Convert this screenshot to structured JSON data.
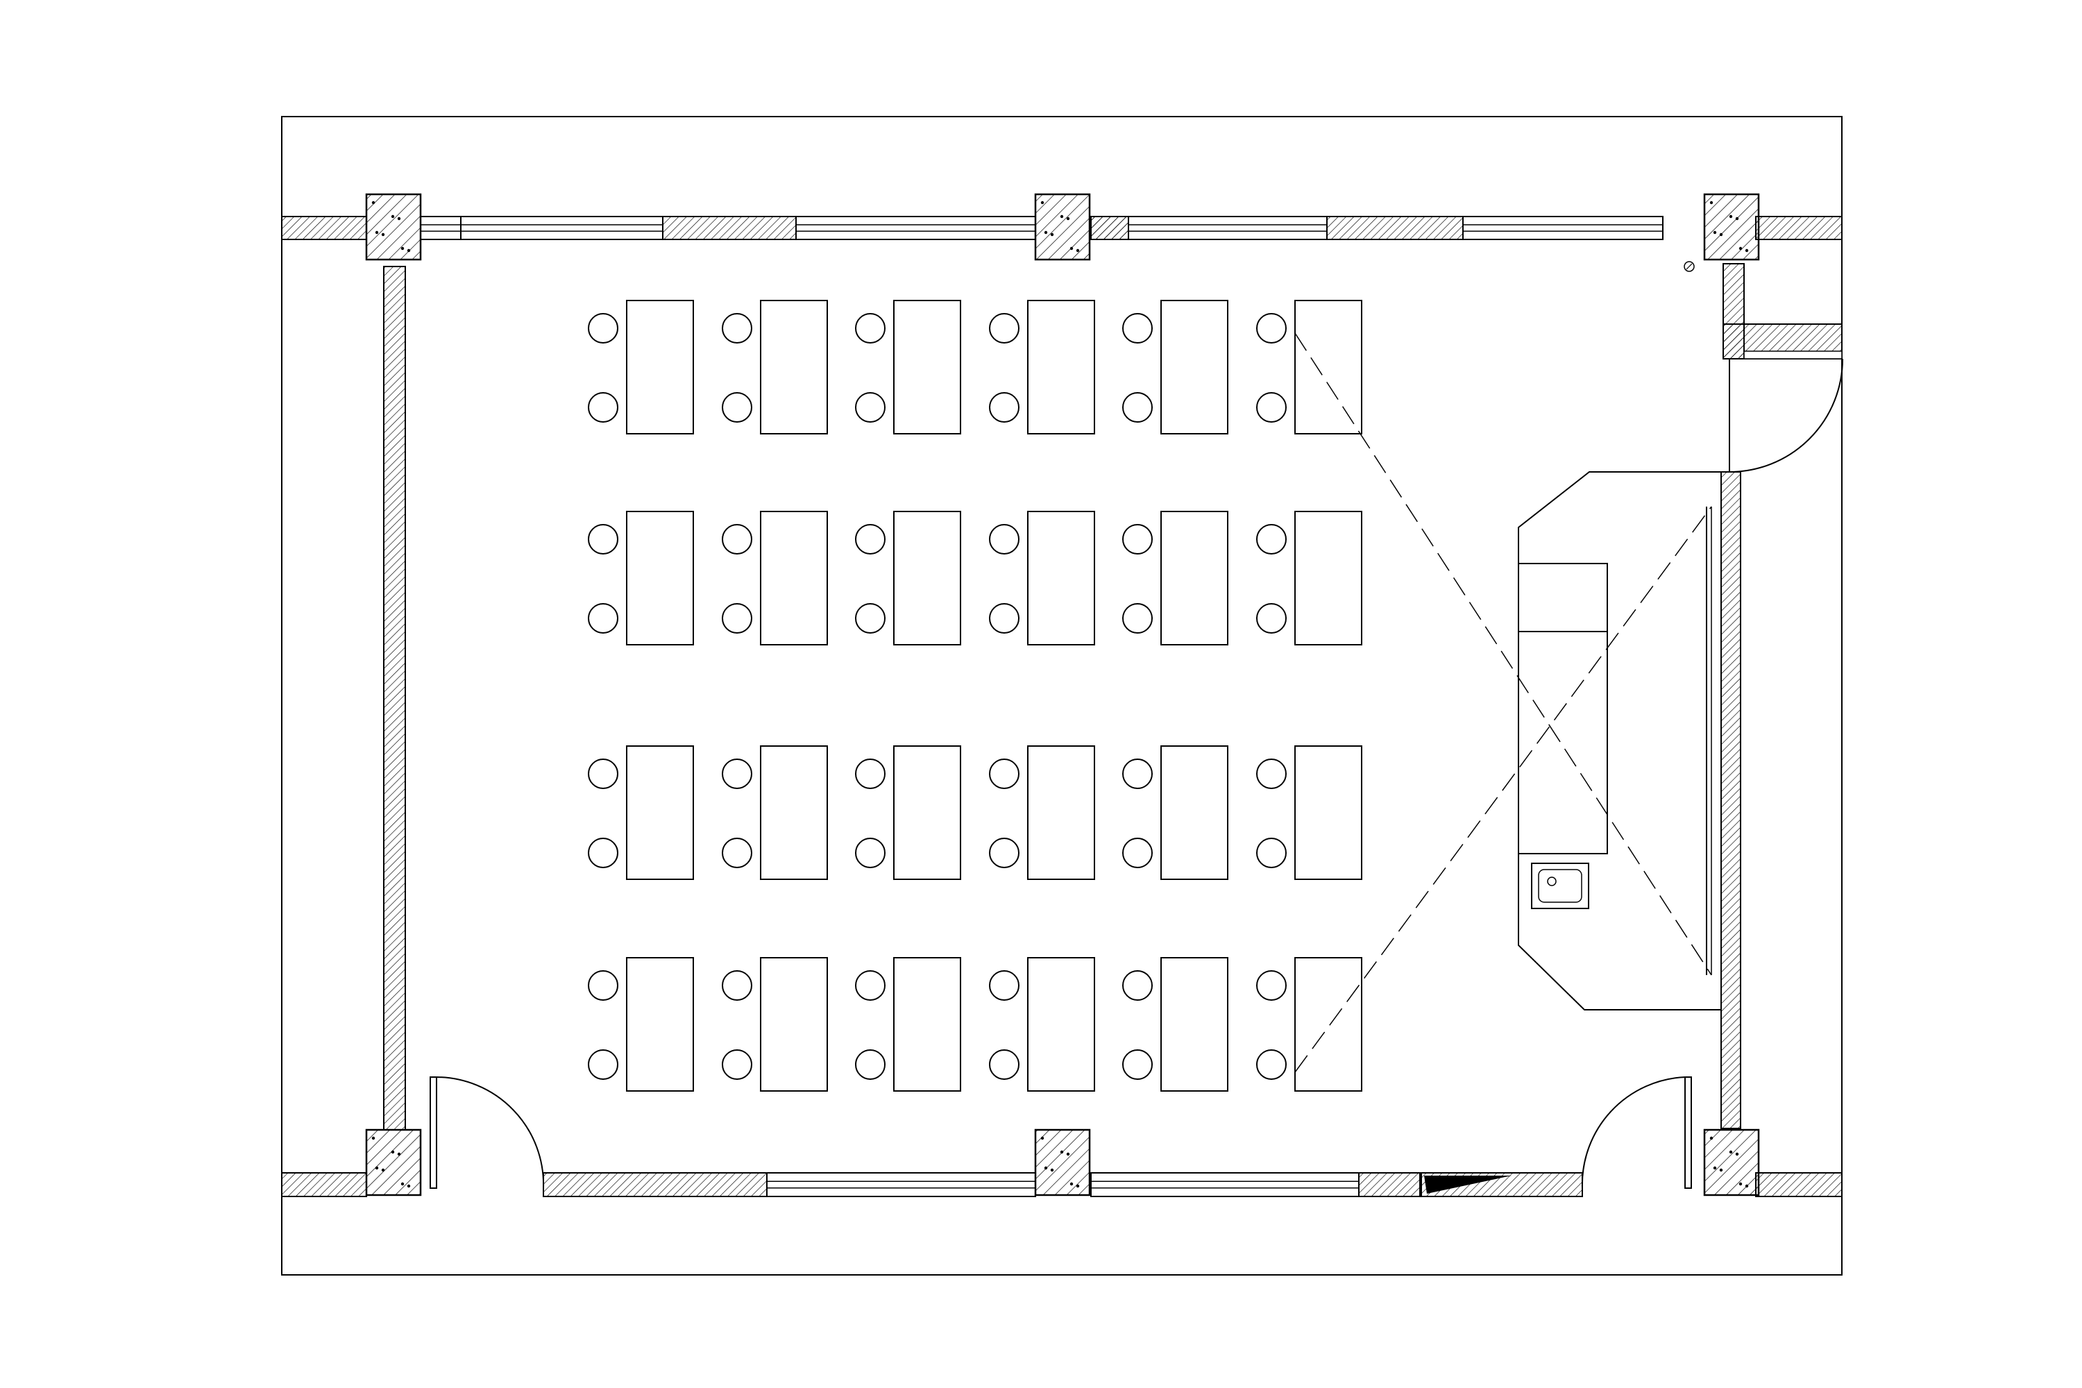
{
  "drawing": {
    "colors": {
      "background": "#ffffff",
      "line": "#000000",
      "hatch": "#000000",
      "floor": "#ffffff"
    },
    "rooms": [
      {
        "id": "classroom",
        "desk_rows": 4,
        "desk_columns": 6,
        "seats_per_desk": 2
      }
    ],
    "fixtures": [
      "teacher-podium",
      "podium-sink",
      "projection-screen",
      "door-north-east",
      "door-south-west",
      "door-south-east",
      "window",
      "column",
      "floor-drain"
    ]
  }
}
